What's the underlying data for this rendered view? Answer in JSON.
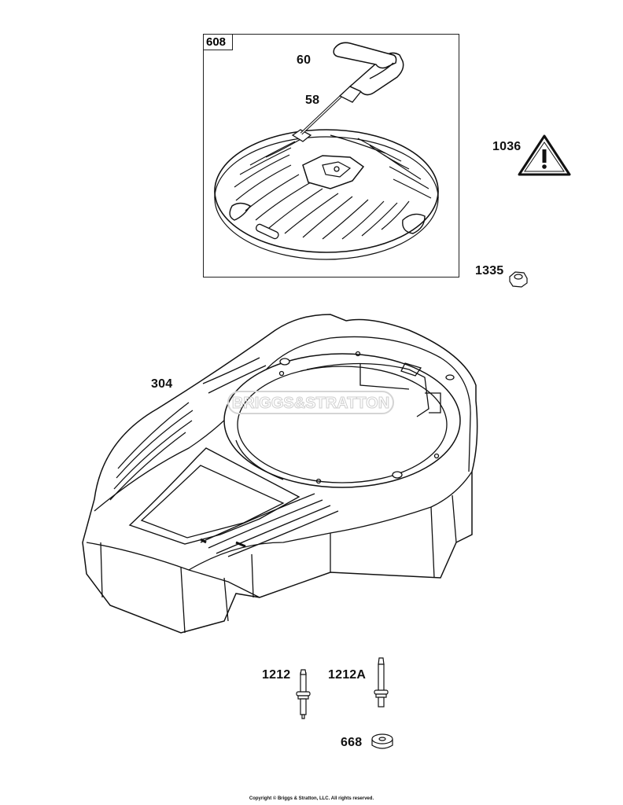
{
  "kit_box": {
    "number": "608"
  },
  "parts": {
    "handle": "60",
    "rope": "58",
    "warning_label": "1036",
    "nut": "1335",
    "blower_housing": "304",
    "stud": "1212",
    "stud_alt": "1212A",
    "spacer": "668"
  },
  "watermark": "BRIGGS&STRATTON",
  "copyright": "Copyright © Briggs & Stratton, LLC. All rights reserved."
}
